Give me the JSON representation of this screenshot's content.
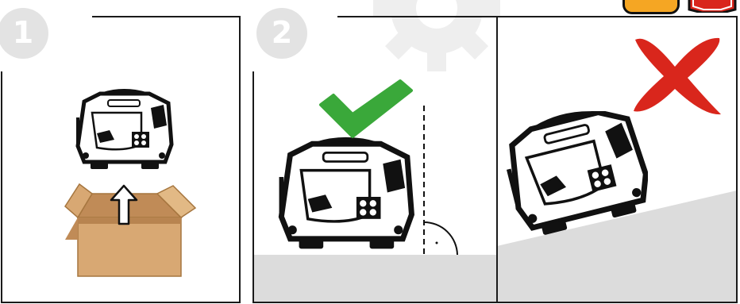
{
  "steps": [
    {
      "number": "1",
      "illustration": "unbox-generator"
    },
    {
      "number": "2",
      "illustration": "level-surface-placement"
    }
  ],
  "indicators": {
    "correct": {
      "icon": "checkmark-icon",
      "color": "#3aa83a"
    },
    "incorrect": {
      "icon": "cross-icon",
      "color": "#d9261c"
    }
  },
  "colors": {
    "step_badge": "#e3e3e3",
    "ground": "#dcdcdc",
    "box": "#d8a873",
    "box_shade": "#c08b57",
    "frame": "#1a1a1a",
    "watermark": "#eeeeee",
    "warning_orange": "#f5a623",
    "warning_red": "#d9261c"
  }
}
